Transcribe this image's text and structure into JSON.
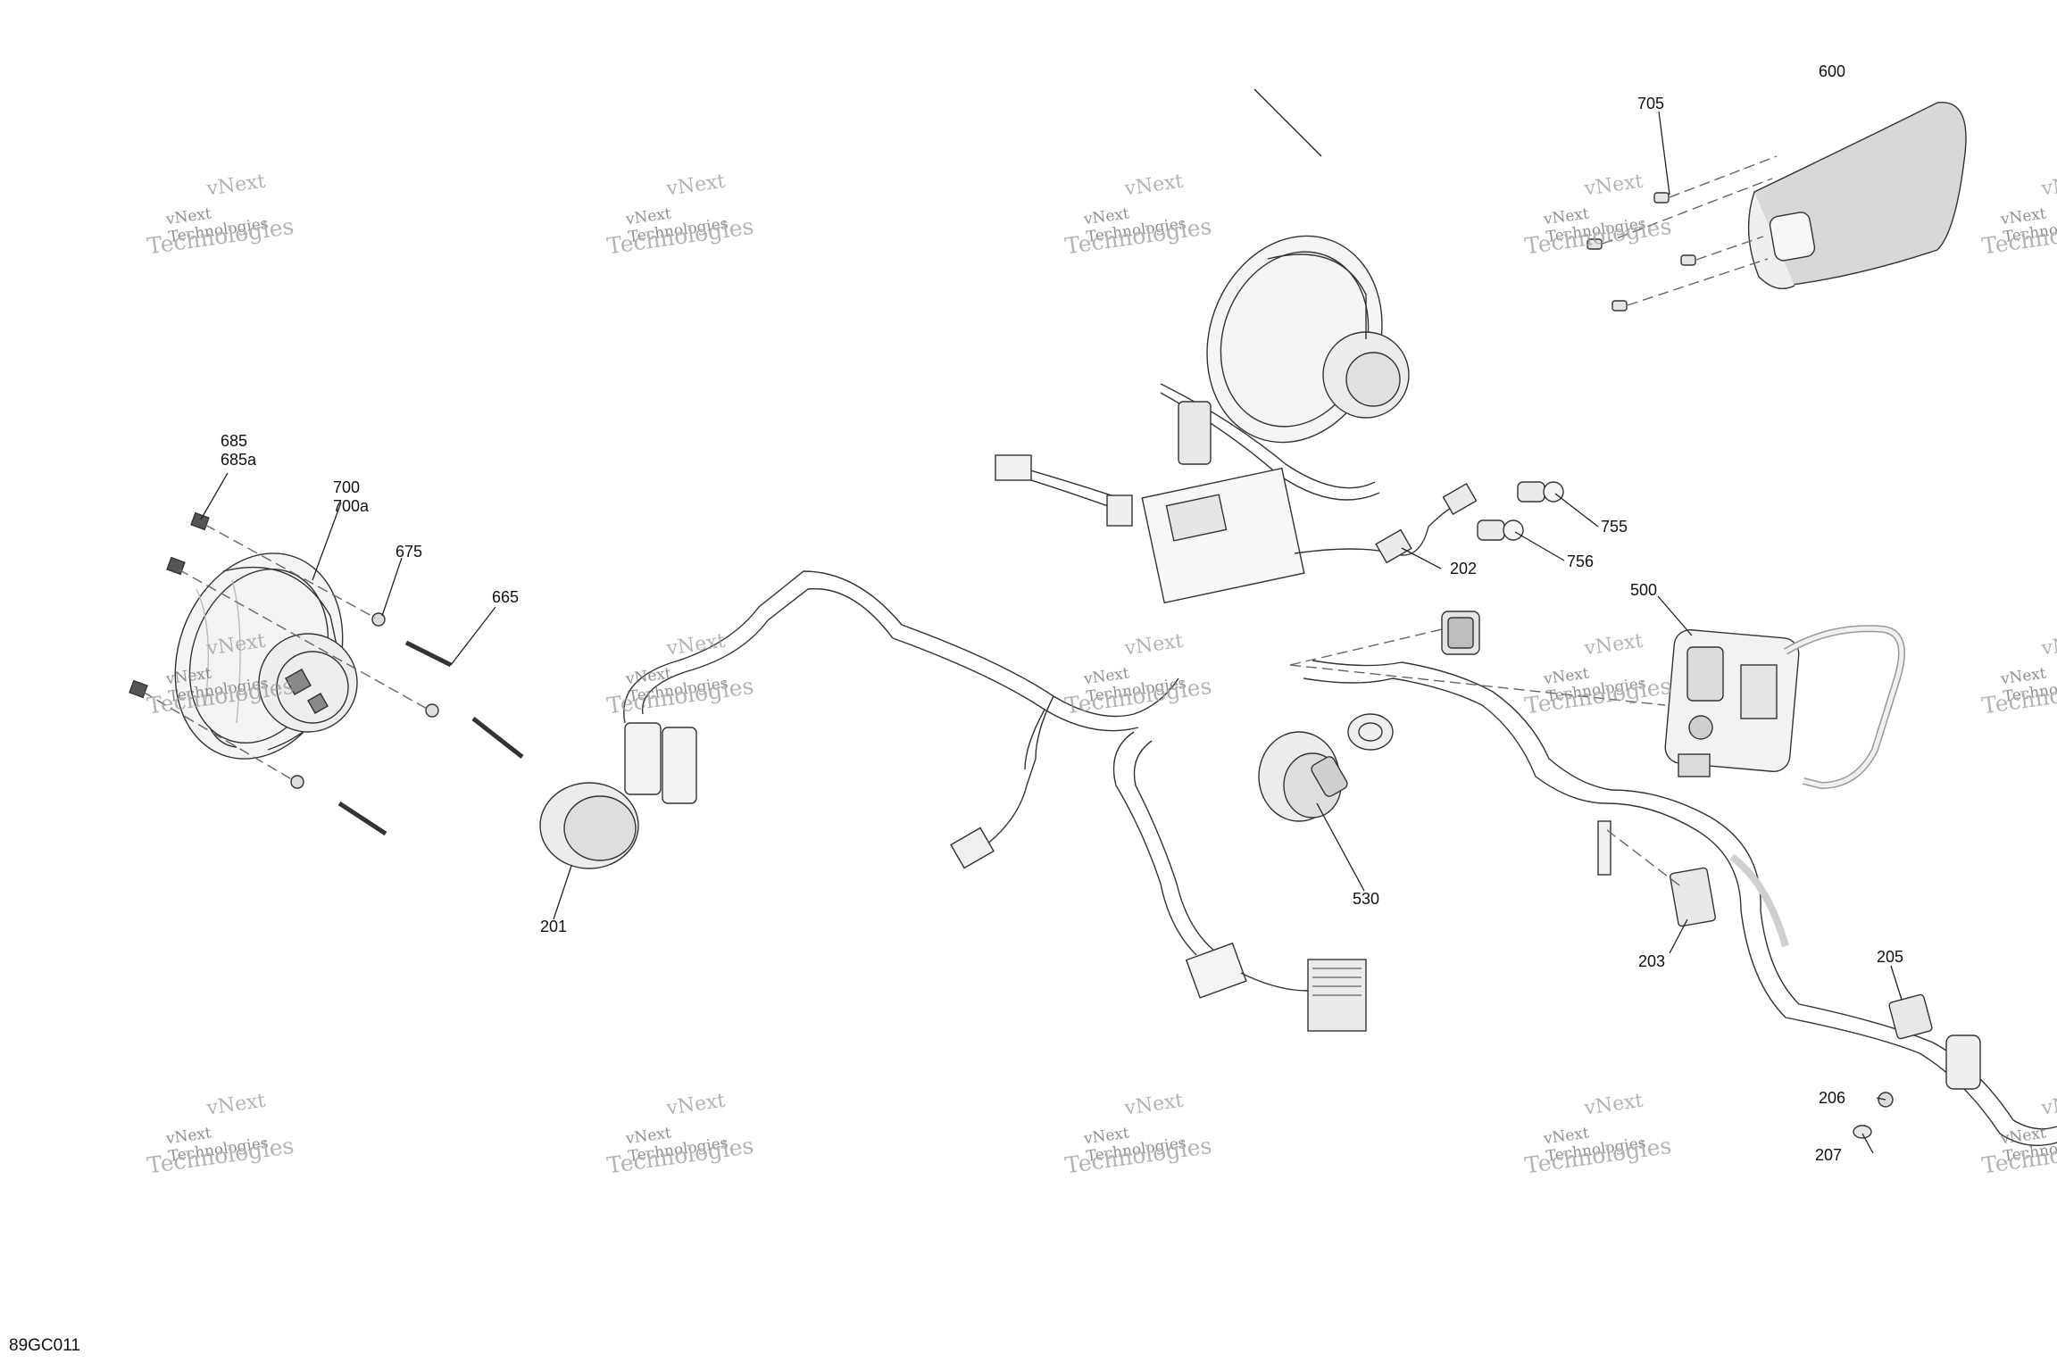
{
  "figure_code": "89GC011",
  "watermark": {
    "line1": "vNext",
    "line2": "vNext Technologies",
    "line3": "Technologies"
  },
  "callouts": [
    {
      "id": "c600",
      "label": "600"
    },
    {
      "id": "c705",
      "label": "705"
    },
    {
      "id": "c685",
      "label": "685\n685a"
    },
    {
      "id": "c700",
      "label": "700\n700a"
    },
    {
      "id": "c675",
      "label": "675"
    },
    {
      "id": "c665",
      "label": "665"
    },
    {
      "id": "c755",
      "label": "755"
    },
    {
      "id": "c756",
      "label": "756"
    },
    {
      "id": "c202",
      "label": "202"
    },
    {
      "id": "c500",
      "label": "500"
    },
    {
      "id": "c530",
      "label": "530"
    },
    {
      "id": "c201",
      "label": "201"
    },
    {
      "id": "c203",
      "label": "203"
    },
    {
      "id": "c205",
      "label": "205"
    },
    {
      "id": "c206",
      "label": "206"
    },
    {
      "id": "c207",
      "label": "207"
    }
  ]
}
